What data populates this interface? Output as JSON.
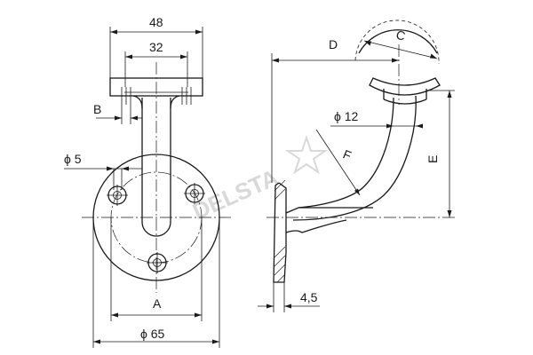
{
  "labels": {
    "dim_48": "48",
    "dim_32": "32",
    "dim_B": "B",
    "dim_phi5": "ϕ 5",
    "dim_A": "A",
    "dim_phi65": "ϕ 65",
    "dim_D": "D",
    "dim_C": "C",
    "dim_phi12": "ϕ 12",
    "dim_F": "F",
    "dim_E": "E",
    "dim_45": "4,5"
  },
  "watermark": "DELSTA",
  "colors": {
    "line": "#1a1a1a",
    "watermark": "#d9d9d9",
    "background": "#ffffff"
  }
}
